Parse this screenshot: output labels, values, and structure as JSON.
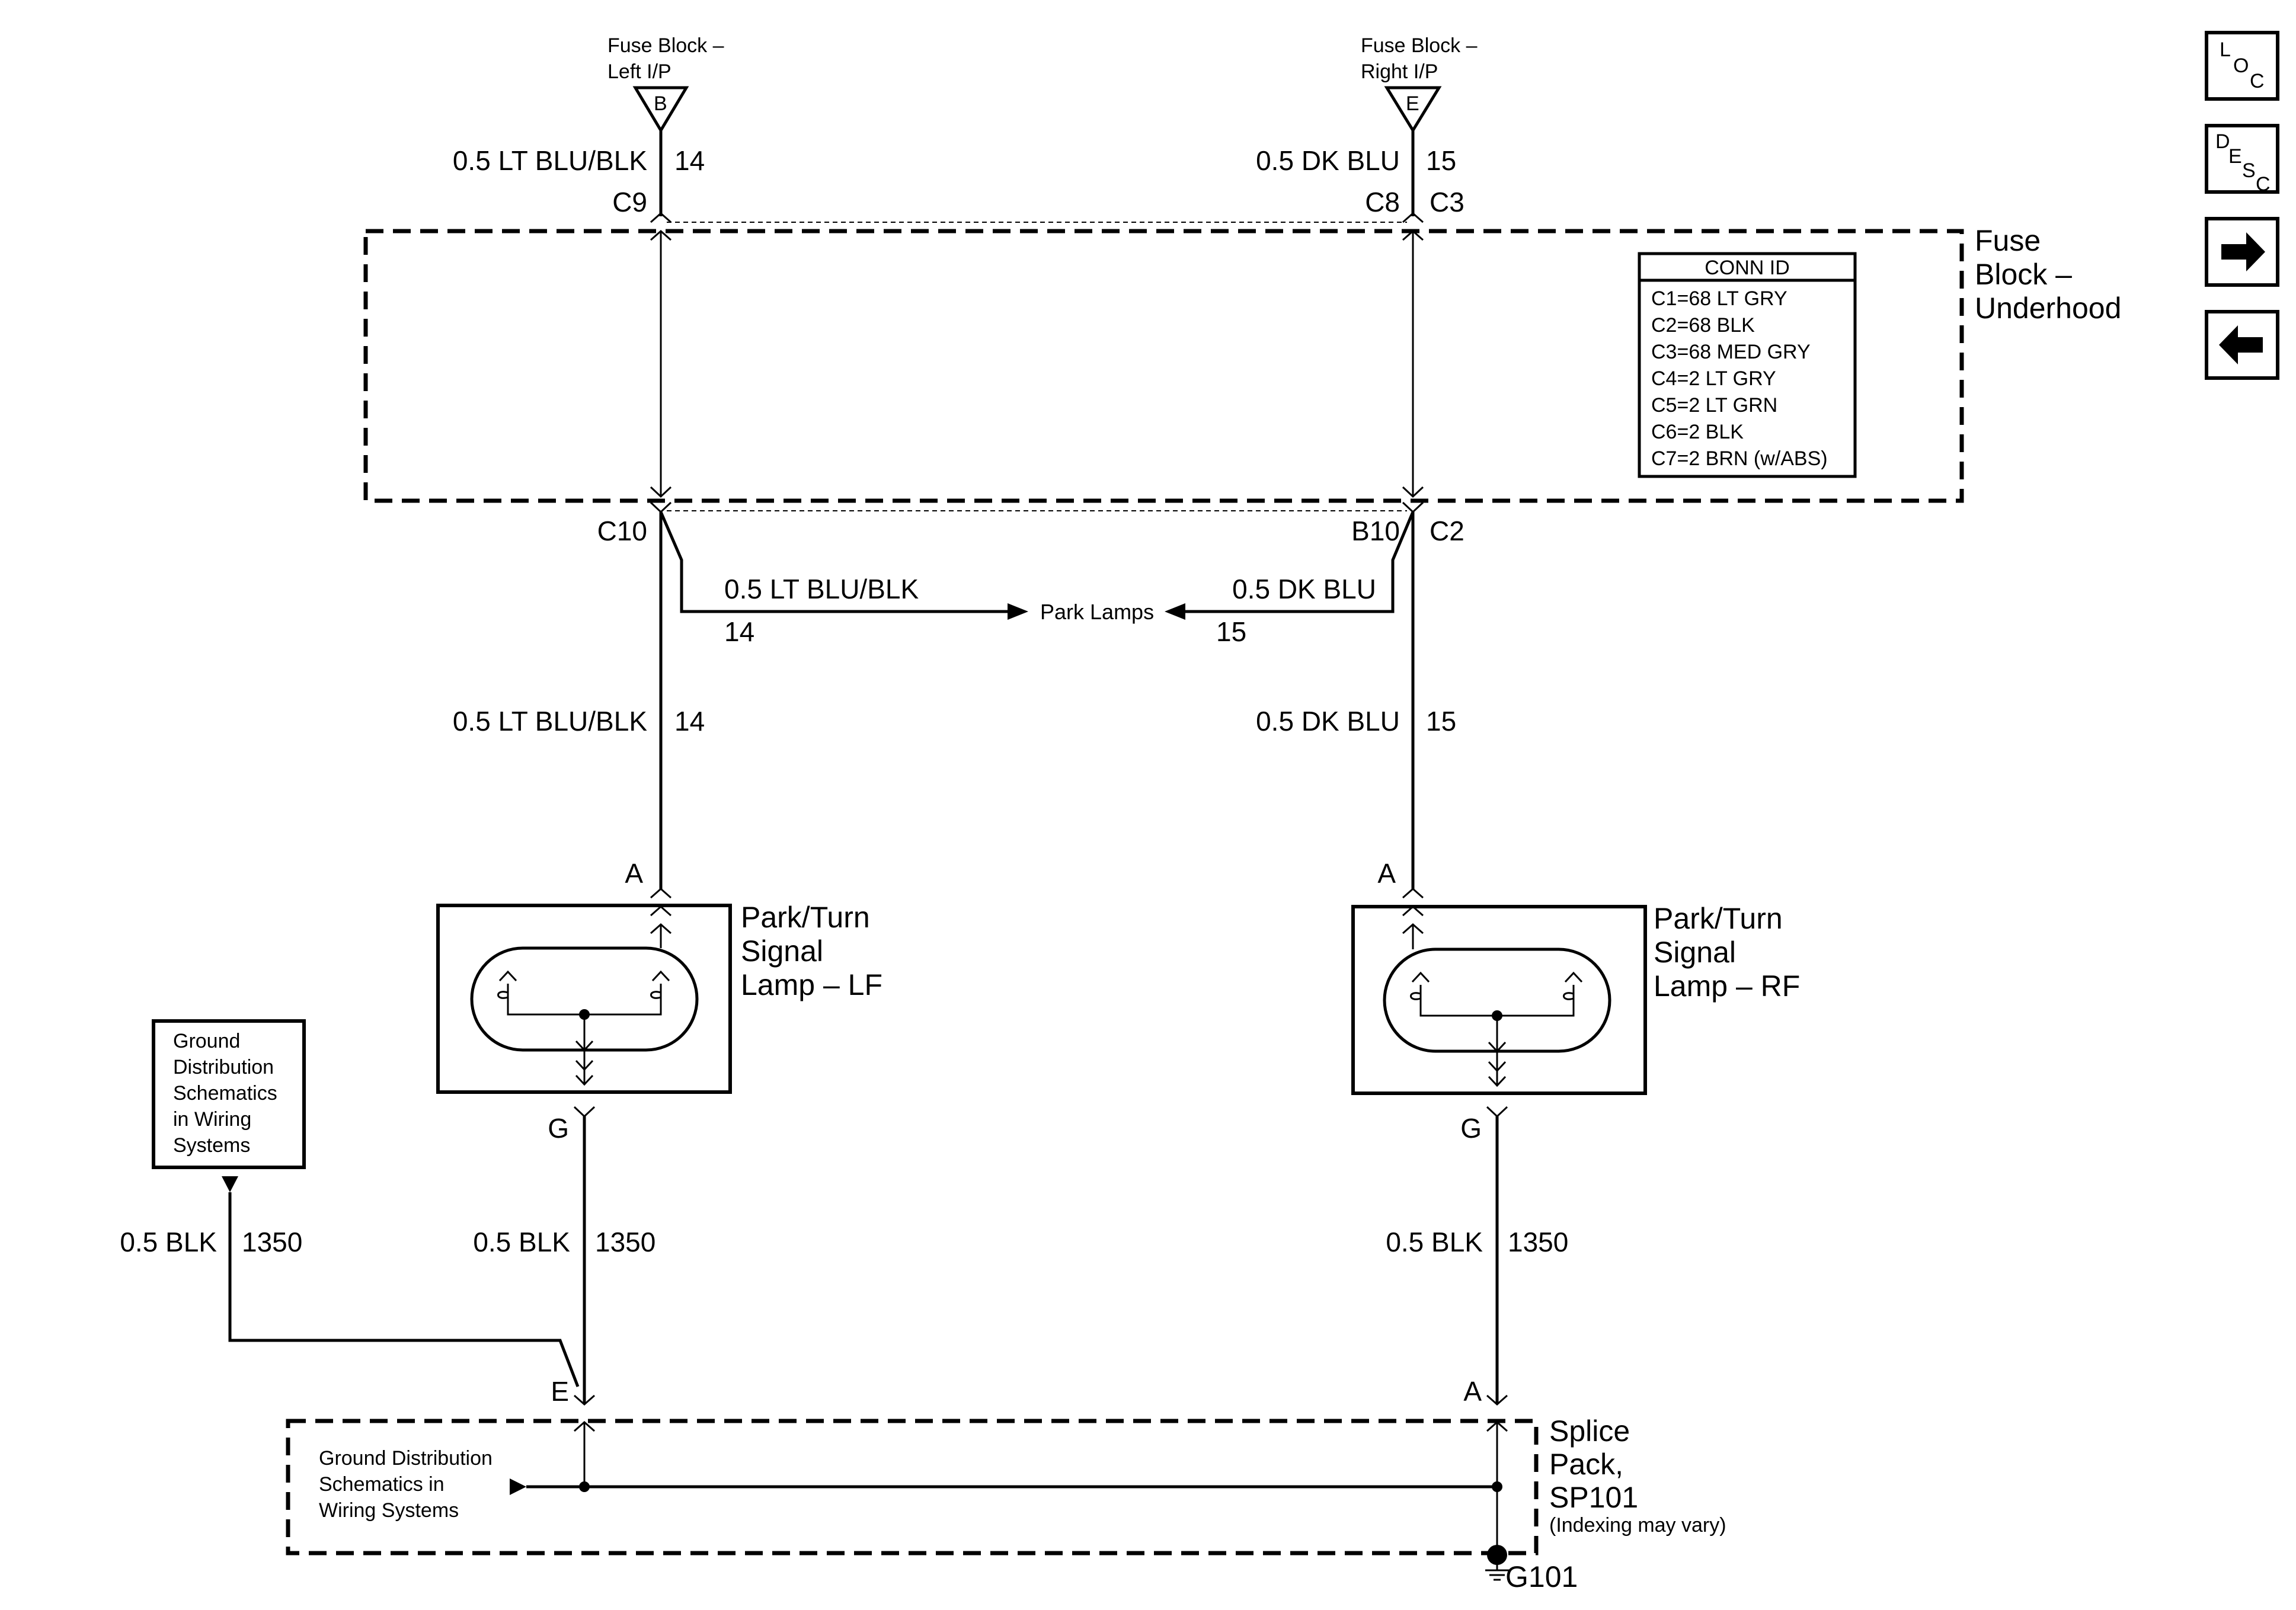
{
  "fuse_left": {
    "line1": "Fuse Block –",
    "line2": "Left I/P",
    "letter": "B"
  },
  "fuse_right": {
    "line1": "Fuse Block –",
    "line2": "Right I/P",
    "letter": "E"
  },
  "wire_left_top": {
    "label": "0.5 LT BLU/BLK",
    "circuit": "14"
  },
  "wire_right_top": {
    "label": "0.5 DK BLU",
    "circuit": "15"
  },
  "connectors": {
    "c9": "C9",
    "c8": "C8",
    "c3": "C3",
    "c10": "C10",
    "b10": "B10",
    "c2": "C2"
  },
  "underhood_block": {
    "line1": "Fuse",
    "line2": "Block –",
    "line3": "Underhood"
  },
  "conn_id": {
    "title": "CONN ID",
    "rows": [
      "C1=68 LT GRY",
      "C2=68 BLK",
      "C3=68 MED GRY",
      "C4=2 LT GRY",
      "C5=2 LT GRN",
      "C6=2 BLK",
      "C7=2 BRN (w/ABS)"
    ]
  },
  "park_branch_left": {
    "label": "0.5 LT BLU/BLK",
    "circuit": "14"
  },
  "park_branch_right": {
    "label": "0.5 DK BLU",
    "circuit": "15"
  },
  "park_lamps": "Park Lamps",
  "wire_left_mid": {
    "label": "0.5 LT BLU/BLK",
    "circuit": "14"
  },
  "wire_right_mid": {
    "label": "0.5 DK BLU",
    "circuit": "15"
  },
  "lamp_lf": {
    "pin_top": "A",
    "pin_bottom": "G",
    "line1": "Park/Turn",
    "line2": "Signal",
    "line3": "Lamp – LF"
  },
  "lamp_rf": {
    "pin_top": "A",
    "pin_bottom": "G",
    "line1": "Park/Turn",
    "line2": "Signal",
    "line3": "Lamp – RF"
  },
  "ground_ref_box": {
    "lines": [
      "Ground",
      "Distribution",
      "Schematics",
      "in Wiring",
      "Systems"
    ]
  },
  "wire_ground_ref": {
    "label": "0.5 BLK",
    "circuit": "1350"
  },
  "wire_lf_ground": {
    "label": "0.5 BLK",
    "circuit": "1350"
  },
  "wire_rf_ground": {
    "label": "0.5 BLK",
    "circuit": "1350"
  },
  "splice_pins": {
    "e": "E",
    "a": "A"
  },
  "splice_pack": {
    "line1": "Splice",
    "line2": "Pack,",
    "line3": "SP101",
    "note": "(Indexing may vary)"
  },
  "splice_ground_ref": {
    "lines": [
      "Ground Distribution",
      "Schematics in",
      "Wiring Systems"
    ]
  },
  "ground_point": "G101",
  "nav": {
    "loc": {
      "l1": "L",
      "l2": "O",
      "l3": "C"
    },
    "desc": {
      "l1": "D",
      "l2": "E",
      "l3": "S",
      "l4": "C"
    }
  }
}
